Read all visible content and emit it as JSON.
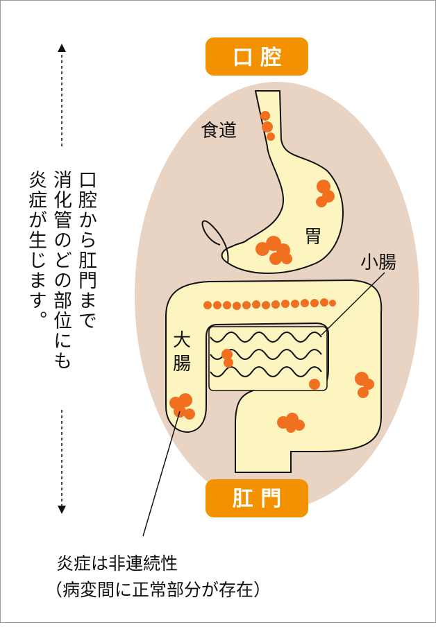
{
  "labels": {
    "mouth": "口 腔",
    "anus": "肛 門",
    "esophagus": "食道",
    "stomach": "胃",
    "small_intestine": "小腸",
    "large_intestine_1": "大",
    "large_intestine_2": "腸"
  },
  "side_note": {
    "line1": "口腔から肛門まで",
    "line2": "消化管のどの部位にも",
    "line3": "炎症が生じます。"
  },
  "caption": {
    "line1": "炎症は非連続性",
    "line2": "（病変間に正常部分が存在）"
  },
  "colors": {
    "badge": "#f39200",
    "oval": "#e9d3c3",
    "organ": "#fcf5c0",
    "inflammation": "#f07020"
  }
}
